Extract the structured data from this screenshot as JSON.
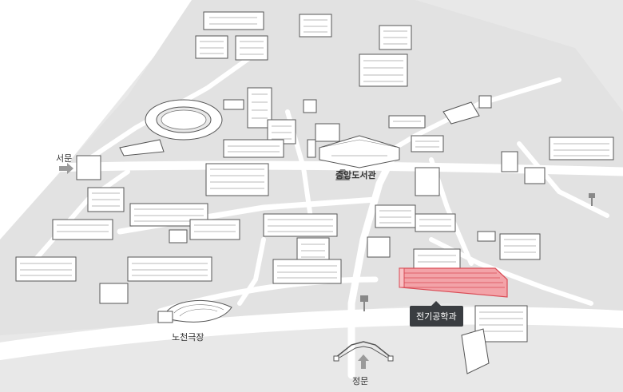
{
  "map": {
    "labels": {
      "west_gate": "서문",
      "library": "중앙도서관",
      "theater": "노천극장",
      "main_gate": "정문"
    },
    "selected": {
      "name": "전기공학과",
      "highlight_color": "#f3a3a8",
      "highlight_stroke": "#d94b55"
    },
    "colors": {
      "ground": "#e8e8e8",
      "road": "#ffffff",
      "tooltip_bg": "#3a3d41"
    },
    "icons": [
      "arrow-right-icon",
      "arrow-up-icon",
      "library-marker-icon",
      "signpost-icon"
    ]
  }
}
